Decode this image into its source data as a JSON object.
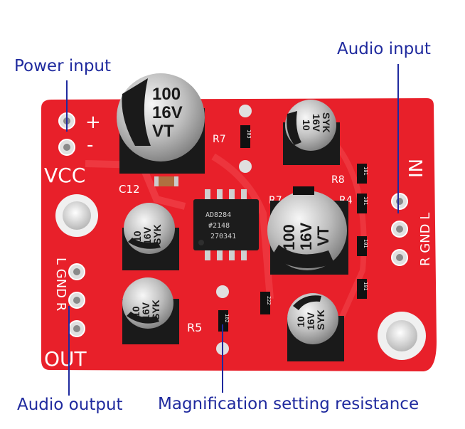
{
  "callouts": {
    "power_input": "Power input",
    "audio_input": "Audio input",
    "audio_output": "Audio output",
    "gain_resistor": "Magnification setting resistance"
  },
  "board": {
    "vcc_label": "VCC",
    "plus_sign": "+",
    "minus_sign": "-",
    "in_label": "IN",
    "in_pins": "R GND L",
    "out_label": "OUT",
    "out_pins": "L GND R",
    "ref_c12": "C12",
    "ref_r7_top": "R7",
    "ref_r7_mid": "R7",
    "ref_r8": "R8",
    "ref_r4": "R4",
    "ref_r5": "R5",
    "chip_line1": "AD8284",
    "chip_line2": "#2148",
    "chip_line3": "270341",
    "cap_large_value": "100",
    "cap_large_voltage": "16V",
    "cap_large_code": "VT",
    "cap_small_value": "10",
    "cap_small_voltage": "16V",
    "cap_small_code": "SYK",
    "res_code_103": "103",
    "res_code_101": "101",
    "res_code_222": "222",
    "res_code_102": "102"
  },
  "colors": {
    "pcb_red": "#e8202a",
    "callout_blue": "#1f2a9e"
  }
}
